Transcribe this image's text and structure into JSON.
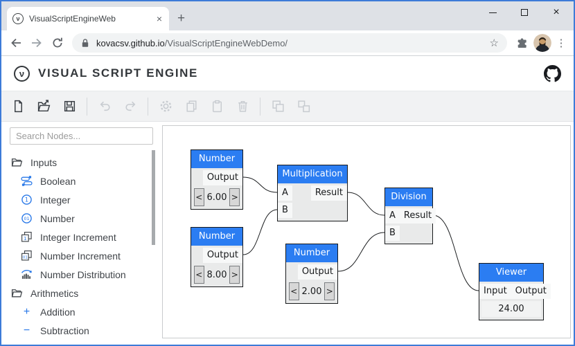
{
  "browser": {
    "tab": {
      "title": "VisualScriptEngineWeb",
      "close_glyph": "×"
    },
    "new_tab_glyph": "+",
    "url": {
      "host": "kovacsv.github.io",
      "path": "/VisualScriptEngineWebDemo/"
    },
    "omnibox": {
      "star_glyph": "☆"
    },
    "menu_glyph": "⋮"
  },
  "header": {
    "title": "VISUAL SCRIPT ENGINE",
    "logo_glyph": "ν"
  },
  "toolbar": {
    "buttons": [
      {
        "icon": "new-file",
        "enabled": true
      },
      {
        "icon": "open-file",
        "enabled": true
      },
      {
        "icon": "save-file",
        "enabled": true
      },
      {
        "icon": "undo",
        "enabled": false
      },
      {
        "icon": "redo",
        "enabled": false
      },
      {
        "icon": "settings-gear",
        "enabled": false
      },
      {
        "icon": "copy",
        "enabled": false
      },
      {
        "icon": "paste",
        "enabled": false
      },
      {
        "icon": "delete-trash",
        "enabled": false
      },
      {
        "icon": "group",
        "enabled": false
      },
      {
        "icon": "ungroup",
        "enabled": false
      }
    ]
  },
  "sidebar": {
    "search_placeholder": "Search Nodes...",
    "groups": [
      {
        "label": "Inputs",
        "items": [
          "Boolean",
          "Integer",
          "Number",
          "Integer Increment",
          "Number Increment",
          "Number Distribution"
        ]
      },
      {
        "label": "Arithmetics",
        "items": [
          "Addition",
          "Subtraction"
        ]
      }
    ],
    "icon_glyphs": {
      "integer": "1",
      "number": "01",
      "integer_increment": "1",
      "number_increment": "01",
      "addition": "+",
      "subtraction": "−"
    }
  },
  "canvas": {
    "nodes": {
      "number1": {
        "title": "Number",
        "output_label": "Output",
        "value": "6.00",
        "dec_glyph": "<",
        "inc_glyph": ">"
      },
      "number2": {
        "title": "Number",
        "output_label": "Output",
        "value": "8.00",
        "dec_glyph": "<",
        "inc_glyph": ">"
      },
      "number3": {
        "title": "Number",
        "output_label": "Output",
        "value": "2.00",
        "dec_glyph": "<",
        "inc_glyph": ">"
      },
      "multiplication": {
        "title": "Multiplication",
        "input_a": "A",
        "input_b": "B",
        "output_label": "Result"
      },
      "division": {
        "title": "Division",
        "input_a": "A",
        "input_b": "B",
        "output_label": "Result"
      },
      "viewer": {
        "title": "Viewer",
        "input_label": "Input",
        "output_label": "Output",
        "value": "24.00"
      }
    },
    "connections": [
      {
        "from": "number1.Output",
        "to": "multiplication.A"
      },
      {
        "from": "number2.Output",
        "to": "multiplication.B"
      },
      {
        "from": "multiplication.Result",
        "to": "division.A"
      },
      {
        "from": "number3.Output",
        "to": "division.B"
      },
      {
        "from": "division.Result",
        "to": "viewer.Input"
      }
    ]
  },
  "colors": {
    "node_header": "#2b7df2",
    "sidebar_icon": "#2878e8",
    "window_border": "#3d7bd8",
    "titlebar": "#dee1e6"
  }
}
